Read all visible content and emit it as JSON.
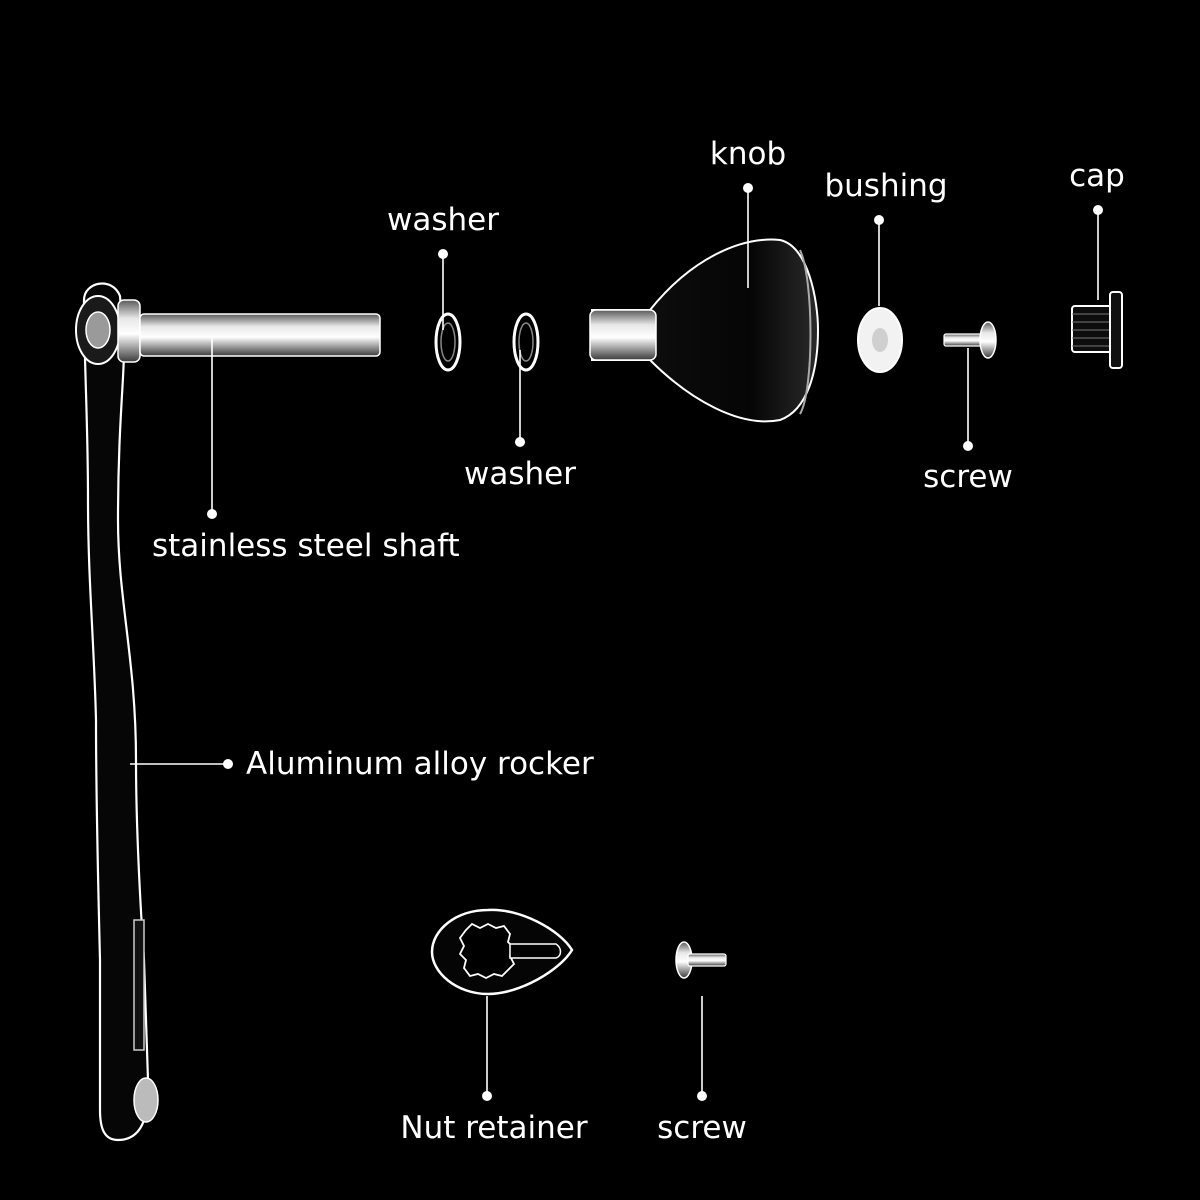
{
  "labels": {
    "washer_top": "washer",
    "washer_bottom": "washer",
    "knob": "knob",
    "bushing": "bushing",
    "cap": "cap",
    "screw_top": "screw",
    "shaft": "stainless steel shaft",
    "rocker": "Aluminum alloy rocker",
    "nut_retainer": "Nut retainer",
    "screw_bottom": "screw"
  },
  "colors": {
    "background": "#000000",
    "label": "#ffffff",
    "outline": "#ffffff"
  }
}
